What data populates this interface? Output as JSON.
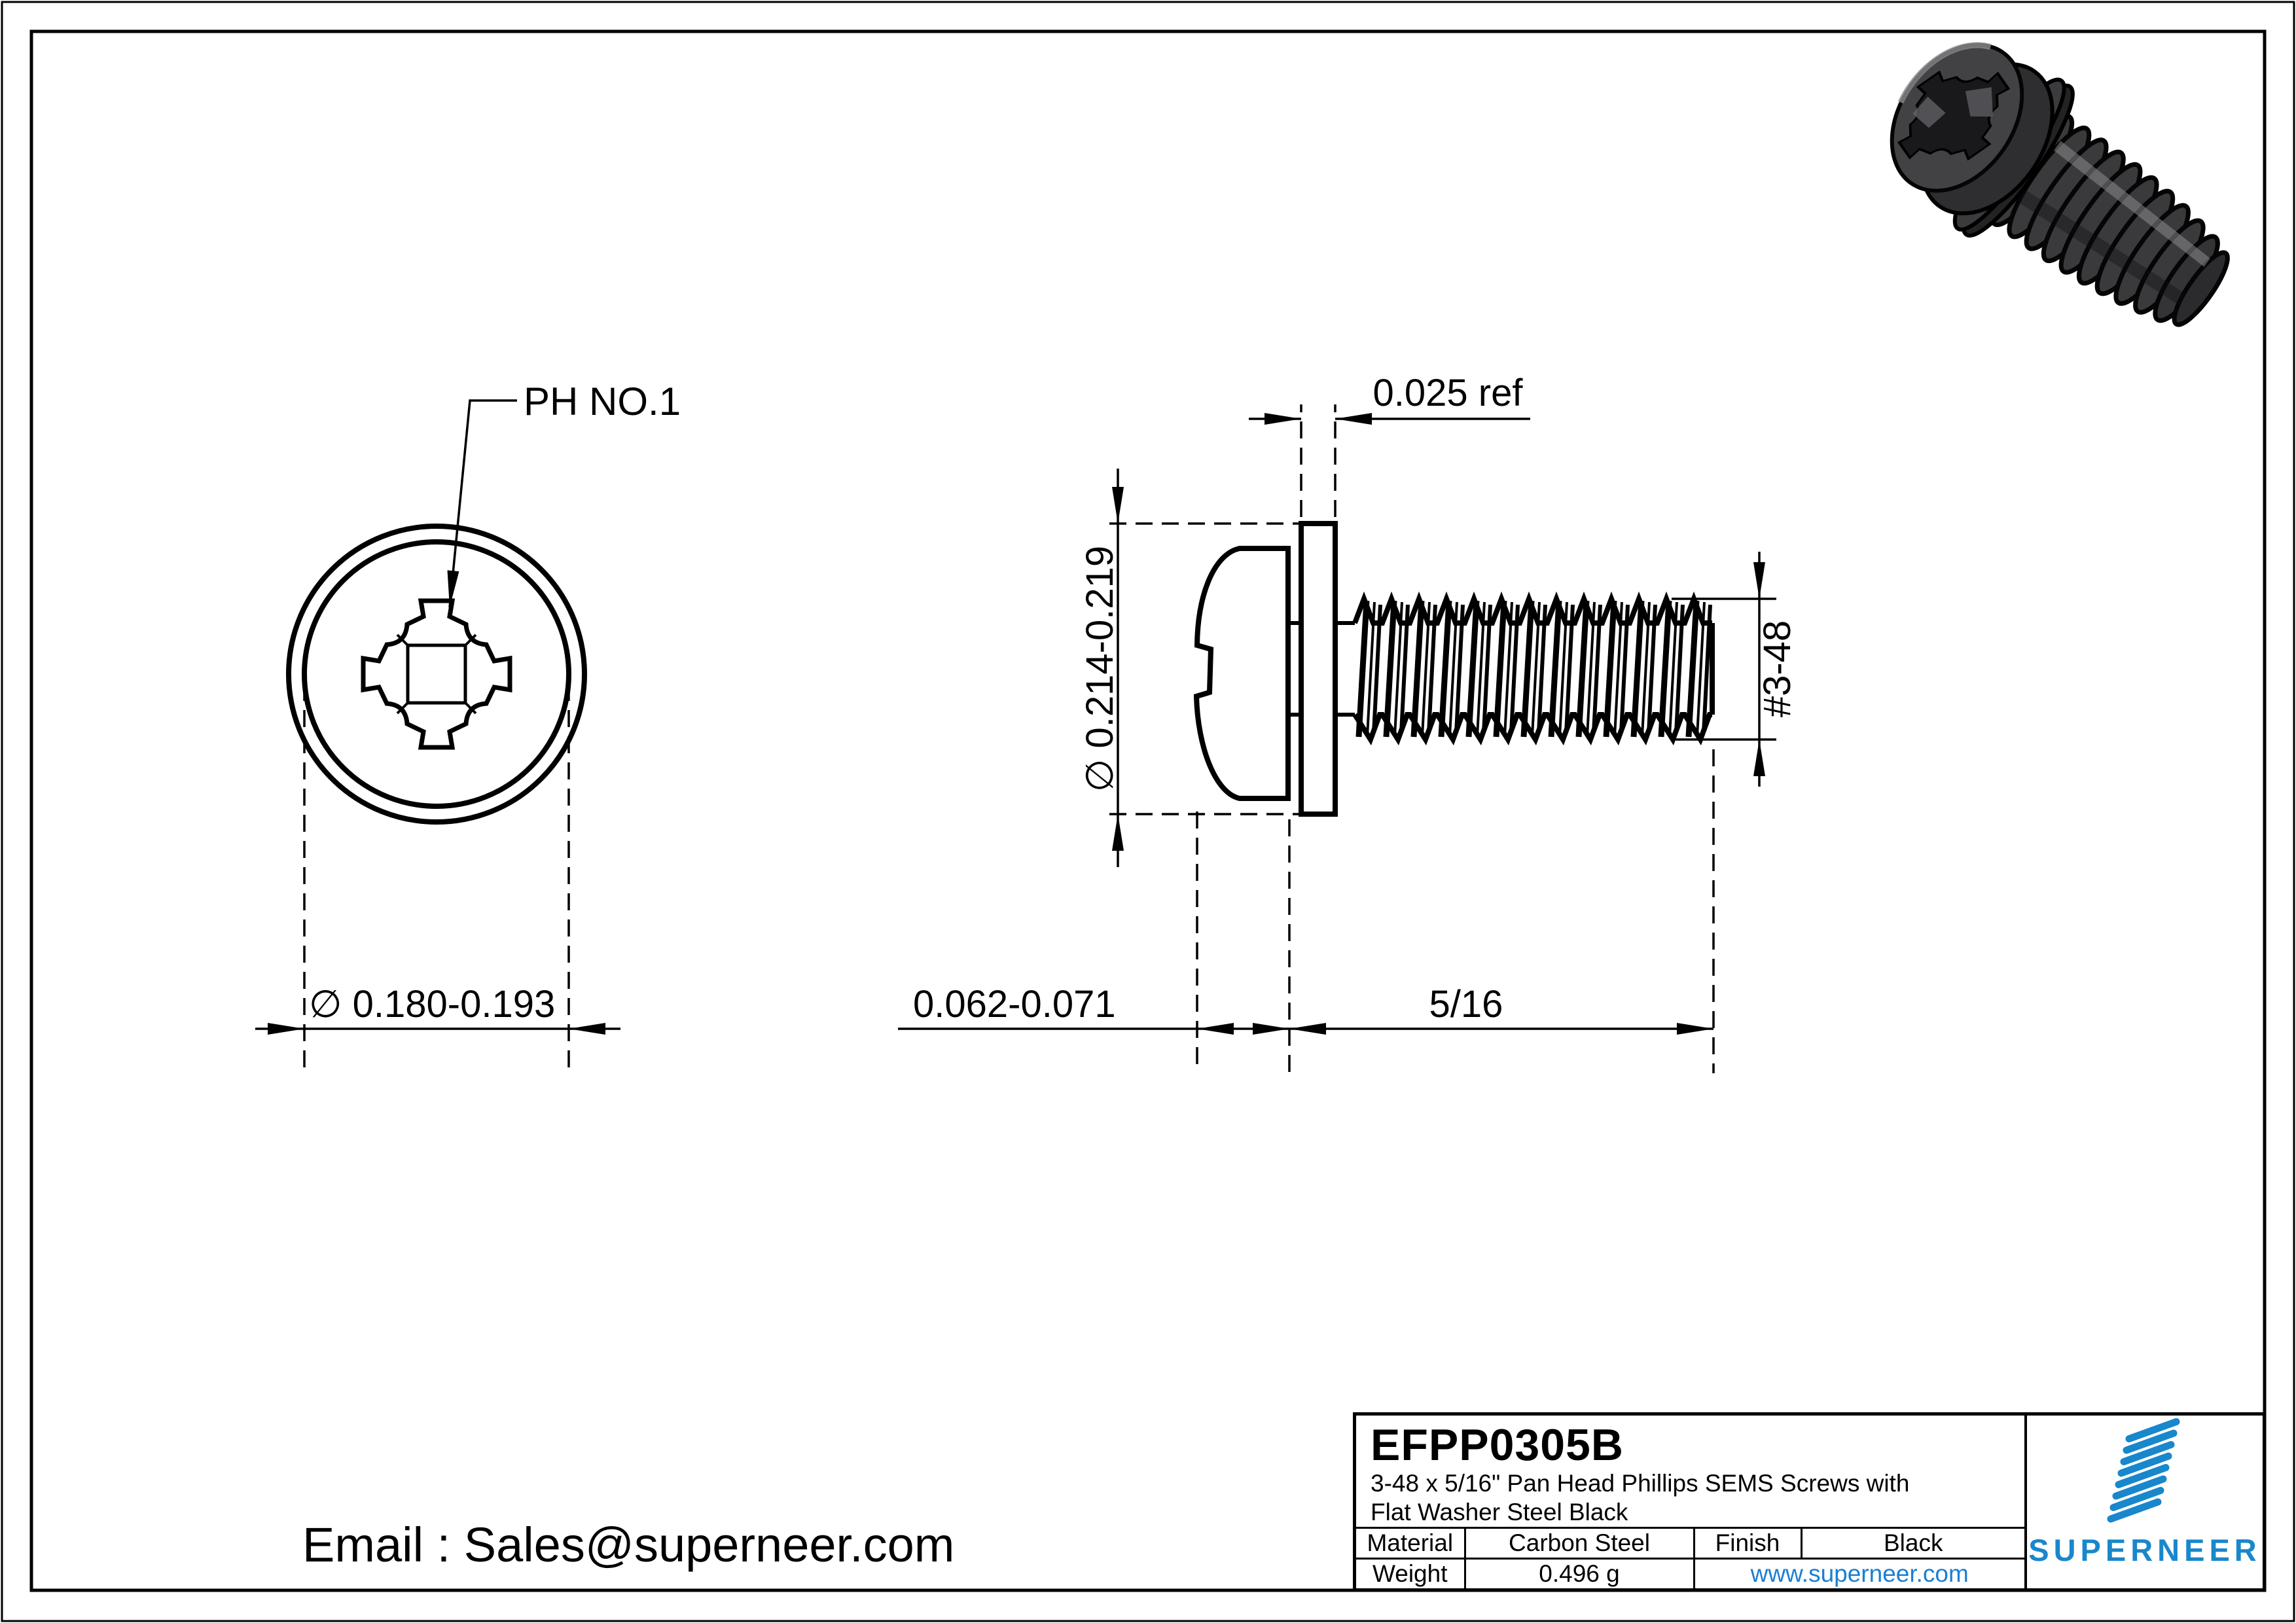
{
  "drawing": {
    "front": {
      "leader_label": "PH NO.1",
      "head_dia": "∅ 0.180-0.193"
    },
    "side": {
      "washer_thk": "0.025 ref",
      "washer_od": "∅ 0.214-0.219",
      "thread_spec": "#3-48",
      "head_height": "0.062-0.071",
      "length": "5/16"
    }
  },
  "title_block": {
    "part_number": "EFPP0305B",
    "description_line1": "3-48 x 5/16\" Pan Head Phillips SEMS Screws with",
    "description_line2": "Flat Washer Steel Black",
    "material_label": "Material",
    "material_value": "Carbon Steel",
    "finish_label": "Finish",
    "finish_value": "Black",
    "weight_label": "Weight",
    "weight_value": "0.496 g",
    "website": "www.superneer.com",
    "brand": "SUPERNEER",
    "brand_color": "#1987cb",
    "link_color": "#1a7fd4"
  },
  "footer": {
    "email": "Email : Sales@superneer.com"
  }
}
